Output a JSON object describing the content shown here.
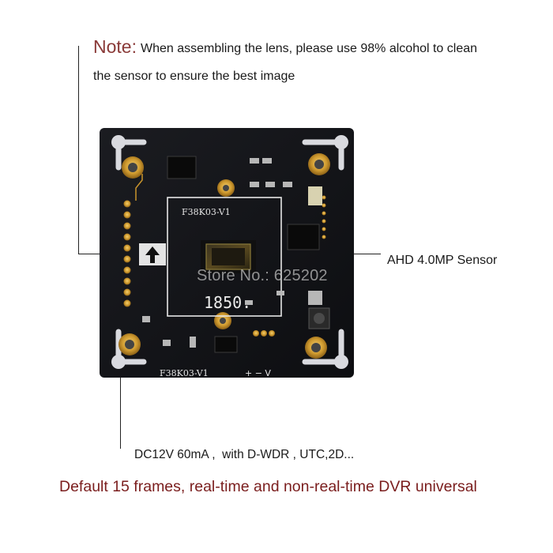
{
  "note": {
    "label": "Note:",
    "line1": "When assembling the lens, please use 98% alcohol to clean",
    "line2": "the sensor to ensure the best image"
  },
  "sensor_label": "AHD 4.0MP Sensor",
  "power_label": "DC12V 60mA ,  with D-WDR , UTC,2D...",
  "bottom_label": "Default 15 frames, real-time and non-real-time DVR universal",
  "board": {
    "model_top": "F38K03-V1",
    "model_bottom": "F38K03-V1",
    "power_marks": "+ −  V",
    "silk_code": "1850."
  },
  "watermark": "Store No.: 625202",
  "colors": {
    "note_label": "#8a3a38",
    "bottom_text": "#7a1d1d",
    "pcb": "#15161a",
    "gold": "#c9952c"
  }
}
